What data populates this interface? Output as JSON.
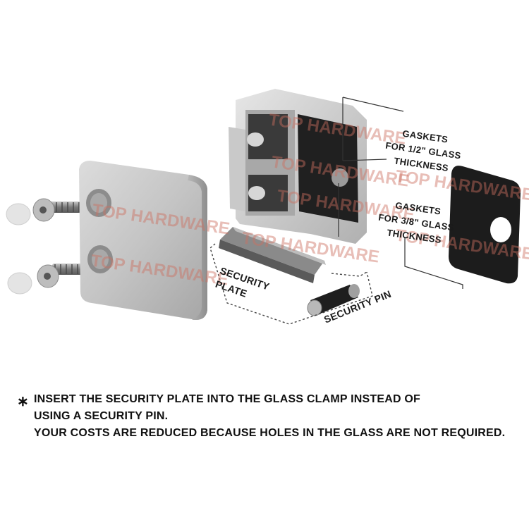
{
  "labels": {
    "gasket_half": [
      "GASKETS",
      "FOR 1/2\" GLASS",
      "THICKNESS"
    ],
    "gasket_three_eighths": [
      "GASKETS",
      "FOR 3/8\" GLASS",
      "THICKNESS"
    ],
    "security_plate": "SECURITY PLATE",
    "security_pin": "SECURITY PIN"
  },
  "watermark": "TOP HARDWARE",
  "caption": {
    "bullet": "∗",
    "line1": "INSERT THE SECURITY PLATE INTO THE GLASS CLAMP INSTEAD OF",
    "line2": "USING A SECURITY PIN.",
    "line3": "YOUR   COSTS   ARE REDUCED BECAUSE HOLES IN THE GLASS ARE NOT REQUIRED."
  },
  "colors": {
    "steel_light": "#d8d8d8",
    "steel_dark": "#9a9a9a",
    "gasket": "#1c1c1c",
    "text": "#111111",
    "watermark": "#d06e5f"
  }
}
